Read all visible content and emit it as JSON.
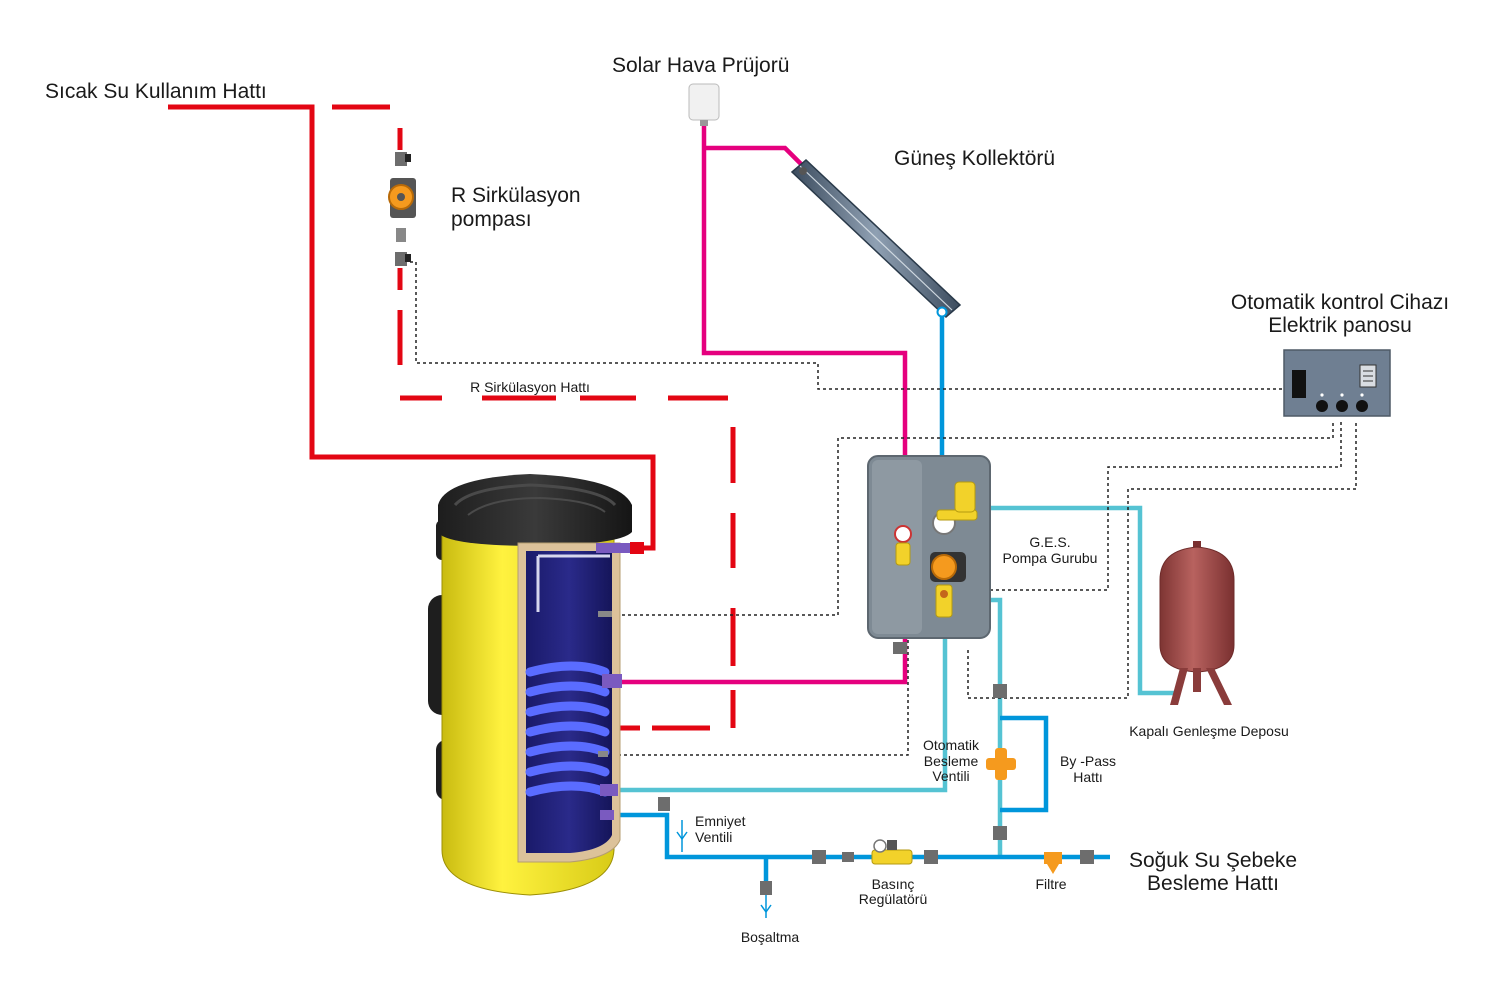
{
  "labels": {
    "hot_water_line": "Sıcak Su Kullanım Hattı",
    "solar_air_vent": "Solar Hava Prüjorü",
    "recirc_pump_line1": "R Sirkülasyon",
    "recirc_pump_line2": "pompası",
    "solar_collector": "Güneş Kollektörü",
    "controller_line1": "Otomatik kontrol Cihazı",
    "controller_line2": "Elektrik panosu",
    "recirc_line": "R Sirkülasyon Hattı",
    "ges_line1": "G.E.S.",
    "ges_line2": "Pompa Gurubu",
    "expansion_tank": "Kapalı Genleşme Deposu",
    "auto_fill_line1": "Otomatik",
    "auto_fill_line2": "Besleme",
    "auto_fill_line3": "Ventili",
    "bypass_line1": "By -Pass",
    "bypass_line2": "Hattı",
    "safety_valve_line1": "Emniyet",
    "safety_valve_line2": "Ventili",
    "cold_water_line1": "Soğuk Su Şebeke",
    "cold_water_line2": "Besleme Hattı",
    "pressure_reg_line1": "Basınç",
    "pressure_reg_line2": "Regülatörü",
    "filter": "Filtre",
    "drain": "Boşaltma"
  },
  "colors": {
    "hot_water": "#e30613",
    "solar_hot": "#e5007e",
    "solar_cold": "#0096db",
    "cold_water": "#55c3d3",
    "tank_body": "#fff03a",
    "expansion_tank": "#a3504f",
    "controller": "#6f7f92",
    "pump_group": "#7e8a94"
  }
}
